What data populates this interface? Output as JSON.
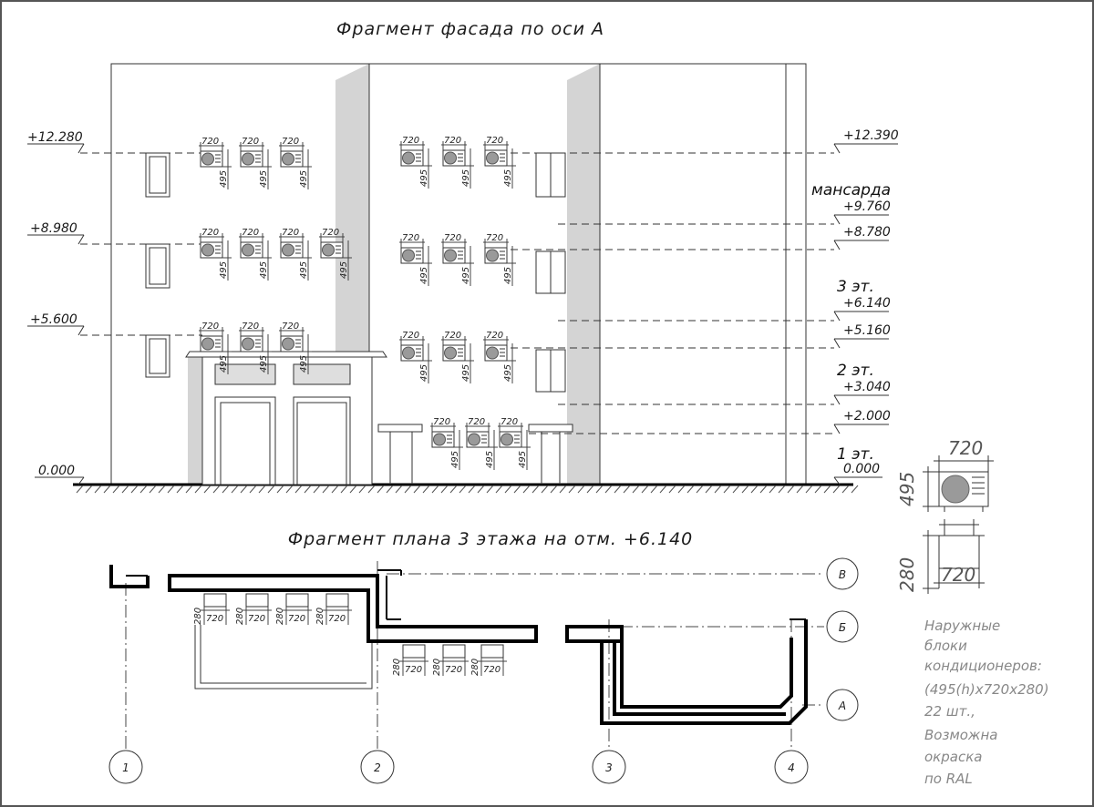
{
  "titles": {
    "facade": "Фрагмент фасада по оси А",
    "plan": "Фрагмент плана 3 этажа на отм. +6.140"
  },
  "elevations_left": [
    "+12.280",
    "+8.980",
    "+5.600",
    "0.000"
  ],
  "elevations_right": [
    "+12.390",
    "+9.760",
    "+8.780",
    "+6.140",
    "+5.160",
    "+3.040",
    "+2.000",
    "0.000"
  ],
  "floors": [
    "мансарда",
    "3 эт.",
    "2 эт.",
    "1 эт."
  ],
  "unit_dims": {
    "width": "720",
    "height": "495",
    "depth": "280"
  },
  "axes": {
    "vertical": [
      "1",
      "2",
      "3",
      "4"
    ],
    "horizontal": [
      "В",
      "Б",
      "А"
    ]
  },
  "note": {
    "lines": [
      "Наружные",
      "блоки",
      "кондиционеров:",
      "(495(h)x720x280)",
      "22 шт.,",
      "Возможна",
      "окраска",
      "по RAL"
    ]
  },
  "colors": {
    "shadow": "#d4d4d4",
    "unit_fill": "#9a9a9a",
    "line": "#333333",
    "note_text": "#888888"
  }
}
